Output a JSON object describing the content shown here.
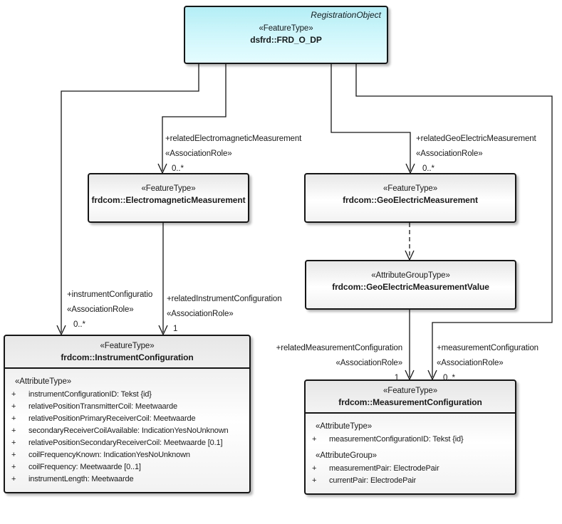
{
  "diagram": {
    "colors": {
      "object_fill": "#b4eef6",
      "class_fill": "#efefef",
      "border": "#161616"
    },
    "classes": {
      "frd_o_dp": {
        "tag": "RegistrationObject",
        "stereotype": "«FeatureType»",
        "name": "dsfrd::FRD_O_DP"
      },
      "electromagnetic": {
        "stereotype": "«FeatureType»",
        "name": "frdcom::ElectromagneticMeasurement"
      },
      "geoelectric": {
        "stereotype": "«FeatureType»",
        "name": "frdcom::GeoElectricMeasurement"
      },
      "geoelectric_value": {
        "stereotype": "«AttributeGroupType»",
        "name": "frdcom::GeoElectricMeasurementValue"
      },
      "instrument_config": {
        "stereotype": "«FeatureType»",
        "name": "frdcom::InstrumentConfiguration",
        "sections": [
          {
            "heading": "«AttributeType»",
            "rows": [
              {
                "vis": "+",
                "text": "instrumentConfigurationID: Tekst {id}"
              },
              {
                "vis": "+",
                "text": "relativePositionTransmitterCoil: Meetwaarde"
              },
              {
                "vis": "+",
                "text": "relativePositionPrimaryReceiverCoil: Meetwaarde"
              },
              {
                "vis": "+",
                "text": "secondaryReceiverCoilAvailable: IndicationYesNoUnknown"
              },
              {
                "vis": "+",
                "text": "relativePositionSecondaryReceiverCoil: Meetwaarde [0.1]"
              },
              {
                "vis": "+",
                "text": "coilFrequencyKnown: IndicationYesNoUnknown"
              },
              {
                "vis": "+",
                "text": "coilFrequency: Meetwaarde [0..1]"
              },
              {
                "vis": "+",
                "text": "instrumentLength: Meetwaarde"
              }
            ]
          }
        ]
      },
      "measurement_config": {
        "stereotype": "«FeatureType»",
        "name": "frdcom::MeasurementConfiguration",
        "sections": [
          {
            "heading": "«AttributeType»",
            "rows": [
              {
                "vis": "+",
                "text": "measurementConfigurationID: Tekst {id}"
              }
            ]
          },
          {
            "heading": "«AttributeGroup»",
            "rows": [
              {
                "vis": "+",
                "text": "measurementPair: ElectrodePair"
              },
              {
                "vis": "+",
                "text": "currentPair: ElectrodePair"
              }
            ]
          }
        ]
      }
    },
    "role_labels": {
      "related_electromagnetic": {
        "name": "+relatedElectromagneticMeasurement",
        "stereotype": "«AssociationRole»",
        "mult": "0..*"
      },
      "related_geoelectric": {
        "name": "+relatedGeoElectricMeasurement",
        "stereotype": "«AssociationRole»",
        "mult": "0..*"
      },
      "instrument_configuration": {
        "name": "+instrumentConfiguratio",
        "stereotype": "«AssociationRole»",
        "mult": "0..*"
      },
      "related_instrument_configuration": {
        "name": "+relatedInstrumentConfiguration",
        "stereotype": "«AssociationRole»",
        "mult": "1"
      },
      "related_measurement_configuration": {
        "name": "+relatedMeasurementConfiguration",
        "stereotype": "«AssociationRole»",
        "mult": "1"
      },
      "measurement_configuration": {
        "name": "+measurementConfiguration",
        "stereotype": "«AssociationRole»",
        "mult": "0..*"
      }
    }
  }
}
